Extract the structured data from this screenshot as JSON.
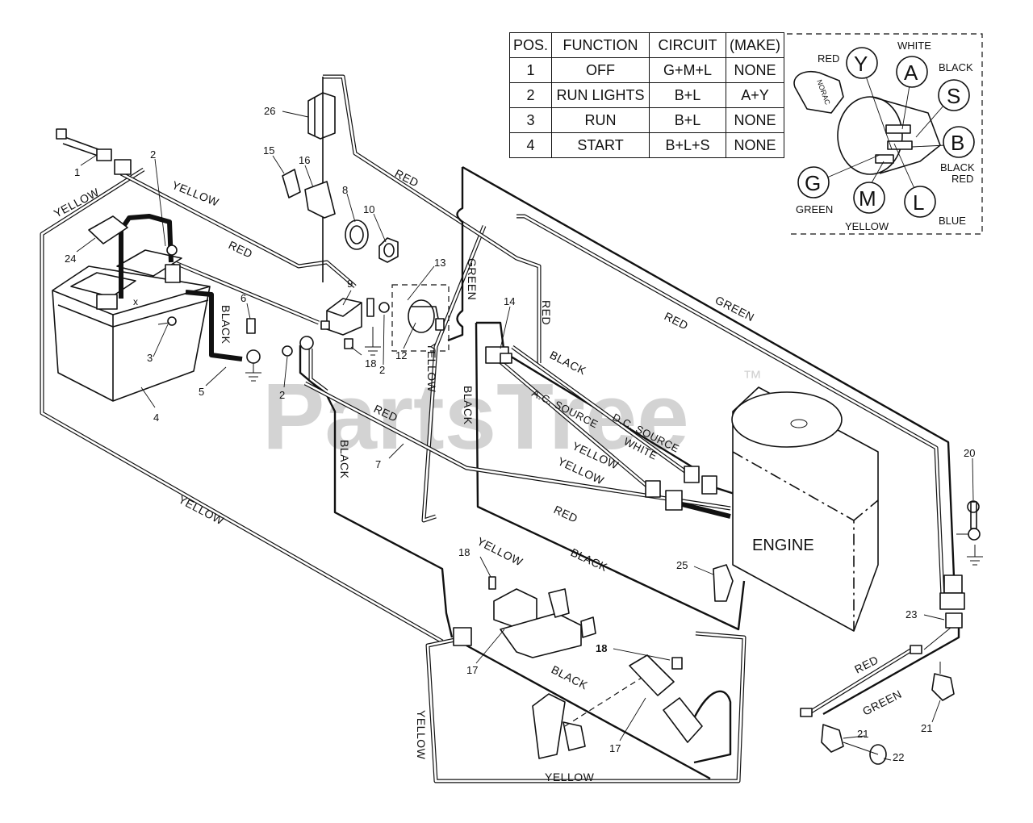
{
  "watermark": "PartsTree",
  "trademark": "™",
  "switch_table": {
    "headers": [
      "POS.",
      "FUNCTION",
      "CIRCUIT",
      "(MAKE)"
    ],
    "rows": [
      [
        "1",
        "OFF",
        "G+M+L",
        "NONE"
      ],
      [
        "2",
        "RUN LIGHTS",
        "B+L",
        "A+Y"
      ],
      [
        "3",
        "RUN",
        "B+L",
        "NONE"
      ],
      [
        "4",
        "START",
        "B+L+S",
        "NONE"
      ]
    ]
  },
  "ignition_terminals": [
    {
      "letter": "Y",
      "color": "RED"
    },
    {
      "letter": "A",
      "color": "WHITE"
    },
    {
      "letter": "S",
      "color": "BLACK"
    },
    {
      "letter": "B",
      "color": "BLACK RED"
    },
    {
      "letter": "G",
      "color": "GREEN"
    },
    {
      "letter": "M",
      "color": "YELLOW"
    },
    {
      "letter": "L",
      "color": "BLUE"
    }
  ],
  "key_stamp": "NORAC",
  "engine_label": "ENGINE",
  "wire_labels": {
    "yellow_1": "YELLOW",
    "yellow_2": "YELLOW",
    "red_1": "RED",
    "black_1": "BLACK",
    "red_2": "RED",
    "green_1": "GREEN",
    "red_3": "RED",
    "red_4": "RED",
    "green_2": "GREEN",
    "yellow_3": "YELLOW",
    "black_2": "BLACK",
    "black_3": "BLACK",
    "ac_source": "A.C. SOURCE",
    "dc_source": "D.C. SOURCE",
    "white_1": "WHITE",
    "yellow_4": "YELLOW",
    "yellow_5": "YELLOW",
    "red_5": "RED",
    "black_4": "BLACK",
    "red_6": "RED",
    "black_5": "BLACK",
    "yellow_6": "YELLOW",
    "yellow_7": "YELLOW",
    "black_6": "BLACK",
    "yellow_8": "YELLOW",
    "yellow_9": "YELLOW",
    "red_7": "RED",
    "green_3": "GREEN"
  },
  "callouts": {
    "c1": "1",
    "c2a": "2",
    "c2b": "2",
    "c2c": "2",
    "c3": "3",
    "c4": "4",
    "c5": "5",
    "c6": "6",
    "c7": "7",
    "c8": "8",
    "c9": "9",
    "c10": "10",
    "c12": "12",
    "c13": "13",
    "c14": "14",
    "c15": "15",
    "c16": "16",
    "c17a": "17",
    "c17b": "17",
    "c18a": "18",
    "c18b": "18",
    "c18c": "18",
    "c20": "20",
    "c21a": "21",
    "c21b": "21",
    "c22": "22",
    "c23": "23",
    "c24": "24",
    "c25": "25",
    "c26": "26"
  }
}
